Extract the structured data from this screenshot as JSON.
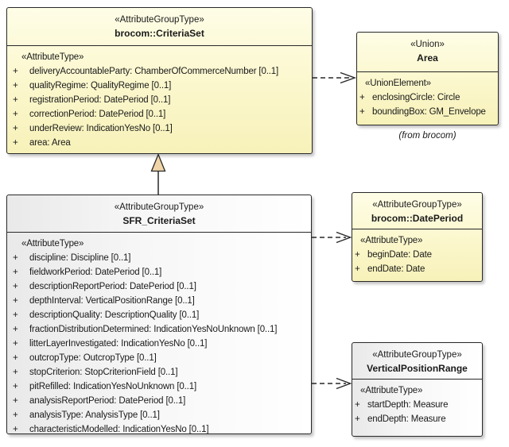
{
  "boxes": {
    "criteria_set": {
      "stereotype": "«AttributeGroupType»",
      "name": "brocom::CriteriaSet",
      "compartment_label": "«AttributeType»",
      "attributes": [
        {
          "vis": "+",
          "text": "deliveryAccountableParty: ChamberOfCommerceNumber [0..1]"
        },
        {
          "vis": "+",
          "text": "qualityRegime: QualityRegime [0..1]"
        },
        {
          "vis": "+",
          "text": "registrationPeriod: DatePeriod [0..1]"
        },
        {
          "vis": "+",
          "text": "correctionPeriod: DatePeriod [0..1]"
        },
        {
          "vis": "+",
          "text": "underReview: IndicationYesNo [0..1]"
        },
        {
          "vis": "+",
          "text": "area: Area"
        }
      ]
    },
    "area": {
      "stereotype": "«Union»",
      "name": "Area",
      "compartment_label": "«UnionElement»",
      "attributes": [
        {
          "vis": "+",
          "text": "enclosingCircle: Circle"
        },
        {
          "vis": "+",
          "text": "boundingBox: GM_Envelope"
        }
      ],
      "note": "(from brocom)"
    },
    "sfr_criteria_set": {
      "stereotype": "«AttributeGroupType»",
      "name": "SFR_CriteriaSet",
      "compartment_label": "«AttributeType»",
      "attributes": [
        {
          "vis": "+",
          "text": "discipline: Discipline [0..1]"
        },
        {
          "vis": "+",
          "text": "fieldworkPeriod: DatePeriod [0..1]"
        },
        {
          "vis": "+",
          "text": "descriptionReportPeriod: DatePeriod [0..1]"
        },
        {
          "vis": "+",
          "text": "depthInterval: VerticalPositionRange [0..1]"
        },
        {
          "vis": "+",
          "text": "descriptionQuality: DescriptionQuality [0..1]"
        },
        {
          "vis": "+",
          "text": "fractionDistributionDetermined: IndicationYesNoUnknown [0..1]"
        },
        {
          "vis": "+",
          "text": "litterLayerInvestigated: IndicationYesNo [0..1]"
        },
        {
          "vis": "+",
          "text": "outcropType: OutcropType [0..1]"
        },
        {
          "vis": "+",
          "text": "stopCriterion: StopCriterionField [0..1]"
        },
        {
          "vis": "+",
          "text": "pitRefilled: IndicationYesNoUnknown [0..1]"
        },
        {
          "vis": "+",
          "text": "analysisReportPeriod: DatePeriod [0..1]"
        },
        {
          "vis": "+",
          "text": "analysisType: AnalysisType [0..1]"
        },
        {
          "vis": "+",
          "text": "characteristicModelled: IndicationYesNo [0..1]"
        }
      ]
    },
    "date_period": {
      "stereotype": "«AttributeGroupType»",
      "name": "brocom::DatePeriod",
      "compartment_label": "«AttributeType»",
      "attributes": [
        {
          "vis": "+",
          "text": "beginDate: Date"
        },
        {
          "vis": "+",
          "text": "endDate: Date"
        }
      ]
    },
    "vertical_position_range": {
      "stereotype": "«AttributeGroupType»",
      "name": "VerticalPositionRange",
      "compartment_label": "«AttributeType»",
      "attributes": [
        {
          "vis": "+",
          "text": "startDepth: Measure"
        },
        {
          "vis": "+",
          "text": "endDepth: Measure"
        }
      ]
    }
  },
  "colors": {
    "box_yellow_top": "#FEFDE6",
    "box_yellow_bottom": "#F7F1B9",
    "box_gray_left": "#E9E9E9",
    "border": "#282828",
    "generalization_triangle_fill": "#F0D5A8",
    "background": "#FFFFFF"
  }
}
